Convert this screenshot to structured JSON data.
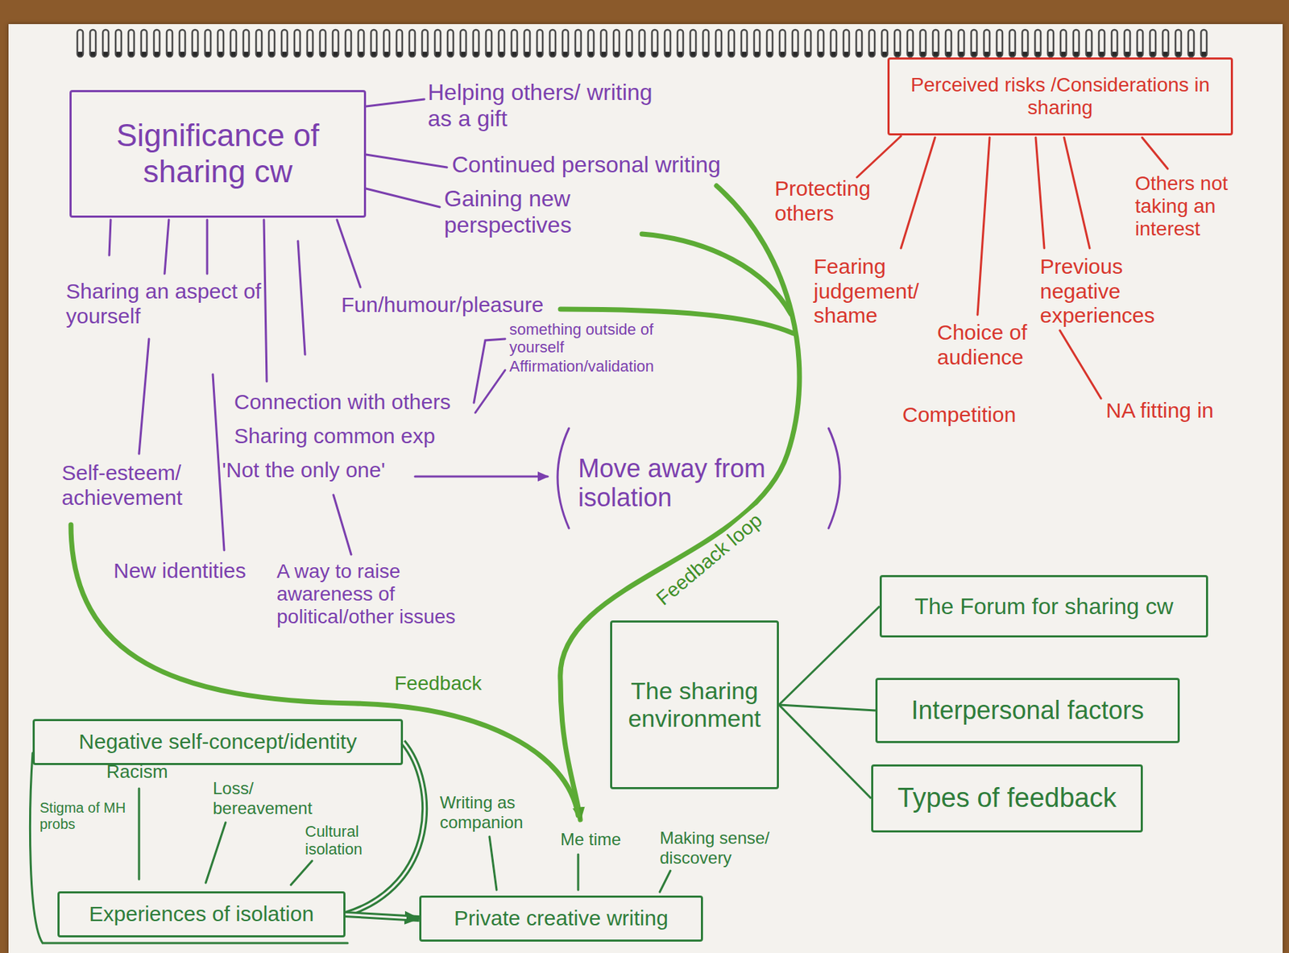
{
  "diagram": {
    "nodes": [
      {
        "text": [
          "Significance of sharing cw"
        ]
      },
      {
        "text": [
          "Perceived risks /Considerations in sharing"
        ]
      },
      {
        "text": [
          "The sharing environment"
        ]
      },
      {
        "text": [
          "The Forum for sharing cw"
        ]
      },
      {
        "text": [
          "Interpersonal factors"
        ]
      },
      {
        "text": [
          "Types of feedback"
        ]
      },
      {
        "text": [
          "Negative self-concept/identity"
        ]
      },
      {
        "text": [
          "Experiences of isolation"
        ]
      },
      {
        "text": [
          "Private creative writing"
        ]
      }
    ],
    "edges": [
      {
        "from": 2,
        "to": 3,
        "arrow": "none"
      },
      {
        "from": 2,
        "to": 4,
        "arrow": "none"
      },
      {
        "from": 2,
        "to": 5,
        "arrow": "none"
      },
      {
        "from": 6,
        "to": 7,
        "arrow": "none"
      },
      {
        "from": 7,
        "to": 8,
        "arrow": "to"
      }
    ],
    "labels": [
      "Helping others/ writing as a gift",
      "Continued personal writing",
      "Gaining new perspectives",
      "Sharing an aspect of yourself",
      "Fun/humour/pleasure",
      "something outside of yourself",
      "Affirmation/validation",
      "Connection with others",
      "Sharing common exp",
      "'Not the only one'",
      "Move away from isolation",
      "Self-esteem/ achievement",
      "New identities",
      "A way to raise awareness of political/other issues",
      "Protecting others",
      "Fearing judgement/ shame",
      "Choice of audience",
      "Competition",
      "Previous negative experiences",
      "NA fitting in",
      "Others not taking an interest",
      "Feedback loop",
      "Feedback",
      "Racism",
      "Stigma of MH probs",
      "Loss/ bereavement",
      "Cultural isolation",
      "Writing as companion",
      "Me time",
      "Making sense/ discovery"
    ]
  }
}
